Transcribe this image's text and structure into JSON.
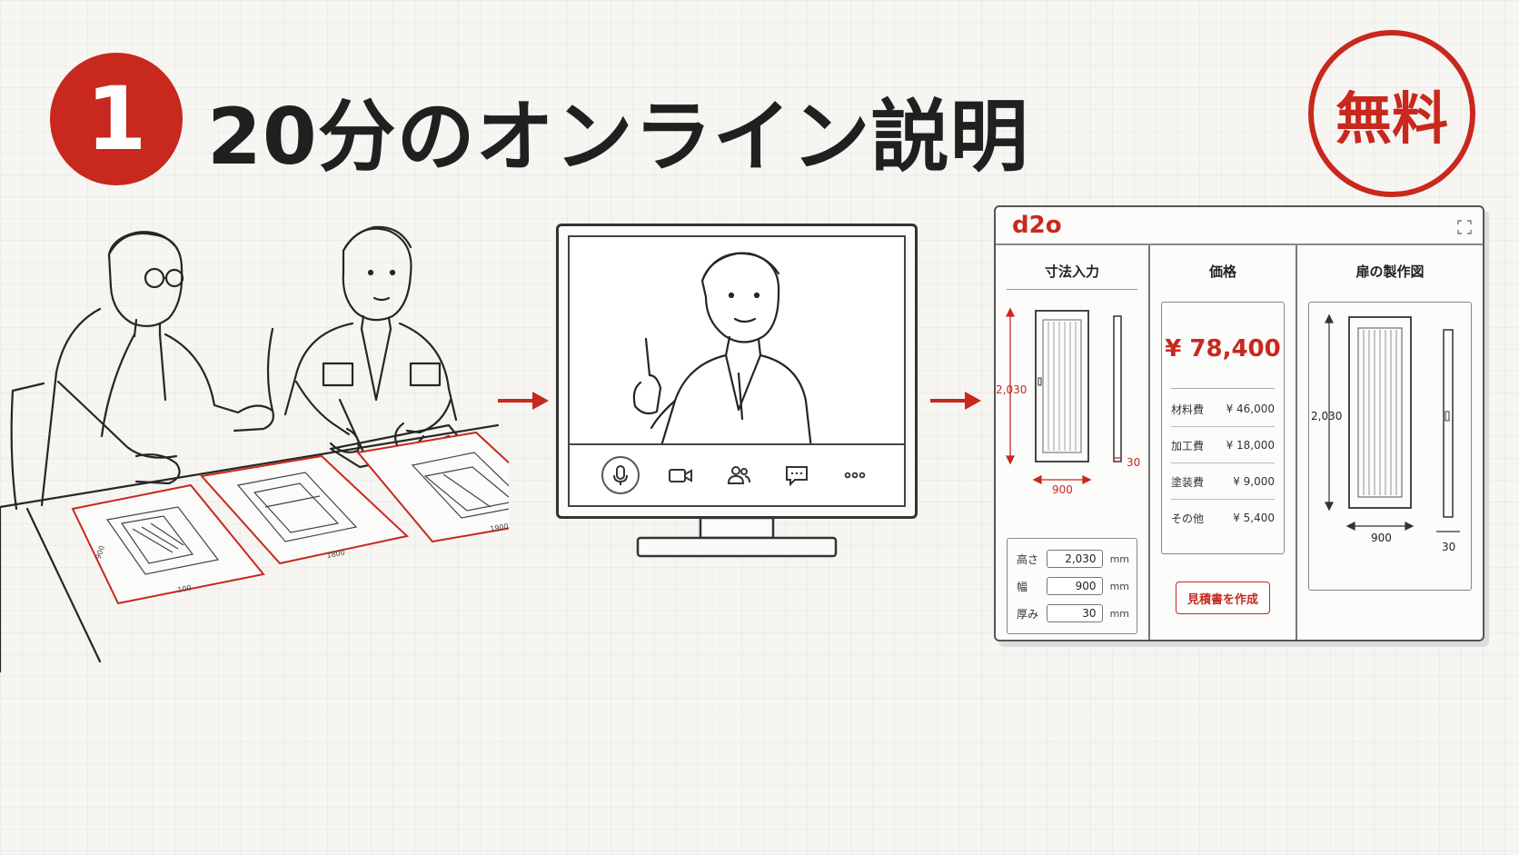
{
  "header": {
    "step_number": "1",
    "title": "20分のオンライン説明",
    "badge": "無料"
  },
  "colors": {
    "accent": "#c8281e",
    "ink": "#222222",
    "background": "#f6f5f1"
  },
  "sheets": {
    "dim_left_height": "900",
    "dim_left_width": "100",
    "dim_mid_width": "1800",
    "dim_right_width": "1900"
  },
  "video_call": {
    "toolbar": [
      {
        "name": "mic-icon"
      },
      {
        "name": "camera-icon"
      },
      {
        "name": "participants-icon"
      },
      {
        "name": "chat-icon"
      },
      {
        "name": "more-icon"
      }
    ]
  },
  "app": {
    "logo": "d2o",
    "dimension_panel": {
      "title": "寸法入力",
      "height_label": "2,030",
      "width_label": "900",
      "thickness_label": "30",
      "fields": [
        {
          "label": "高さ",
          "value": "2,030",
          "unit": "mm"
        },
        {
          "label": "幅",
          "value": "900",
          "unit": "mm"
        },
        {
          "label": "厚み",
          "value": "30",
          "unit": "mm"
        }
      ]
    },
    "price_panel": {
      "title": "価格",
      "total": "¥ 78,400",
      "items": [
        {
          "label": "材料費",
          "value": "¥ 46,000"
        },
        {
          "label": "加工費",
          "value": "¥ 18,000"
        },
        {
          "label": "塗装費",
          "value": "¥ 9,000"
        },
        {
          "label": "その他",
          "value": "¥ 5,400"
        }
      ],
      "button": "見積書を作成"
    },
    "drawing_panel": {
      "title": "扉の製作図",
      "height_label": "2,030",
      "width_label": "900",
      "thickness_label": "30"
    }
  }
}
